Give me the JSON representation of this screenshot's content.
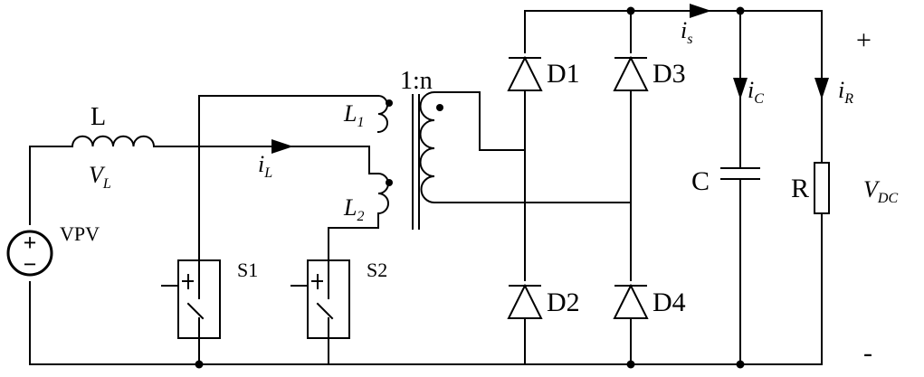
{
  "inductor": {
    "name": "L",
    "voltage": "V",
    "voltage_sub": "L"
  },
  "source": {
    "name": "VPV",
    "plus": "+",
    "minus": "−"
  },
  "current_L": {
    "symbol": "i",
    "sub": "L"
  },
  "transformer": {
    "ratio": "1:n",
    "primary1": {
      "symbol": "L",
      "sub": "1"
    },
    "primary2": {
      "symbol": "L",
      "sub": "2"
    }
  },
  "switches": [
    {
      "name": "S1"
    },
    {
      "name": "S2"
    }
  ],
  "diodes": [
    {
      "name": "D1"
    },
    {
      "name": "D2"
    },
    {
      "name": "D3"
    },
    {
      "name": "D4"
    }
  ],
  "current_s": {
    "symbol": "i",
    "sub": "s"
  },
  "current_C": {
    "symbol": "i",
    "sub": "C"
  },
  "current_R": {
    "symbol": "i",
    "sub": "R"
  },
  "capacitor": {
    "name": "C"
  },
  "resistor": {
    "name": "R"
  },
  "output": {
    "symbol": "V",
    "sub": "DC",
    "plus": "+",
    "minus": "-"
  }
}
